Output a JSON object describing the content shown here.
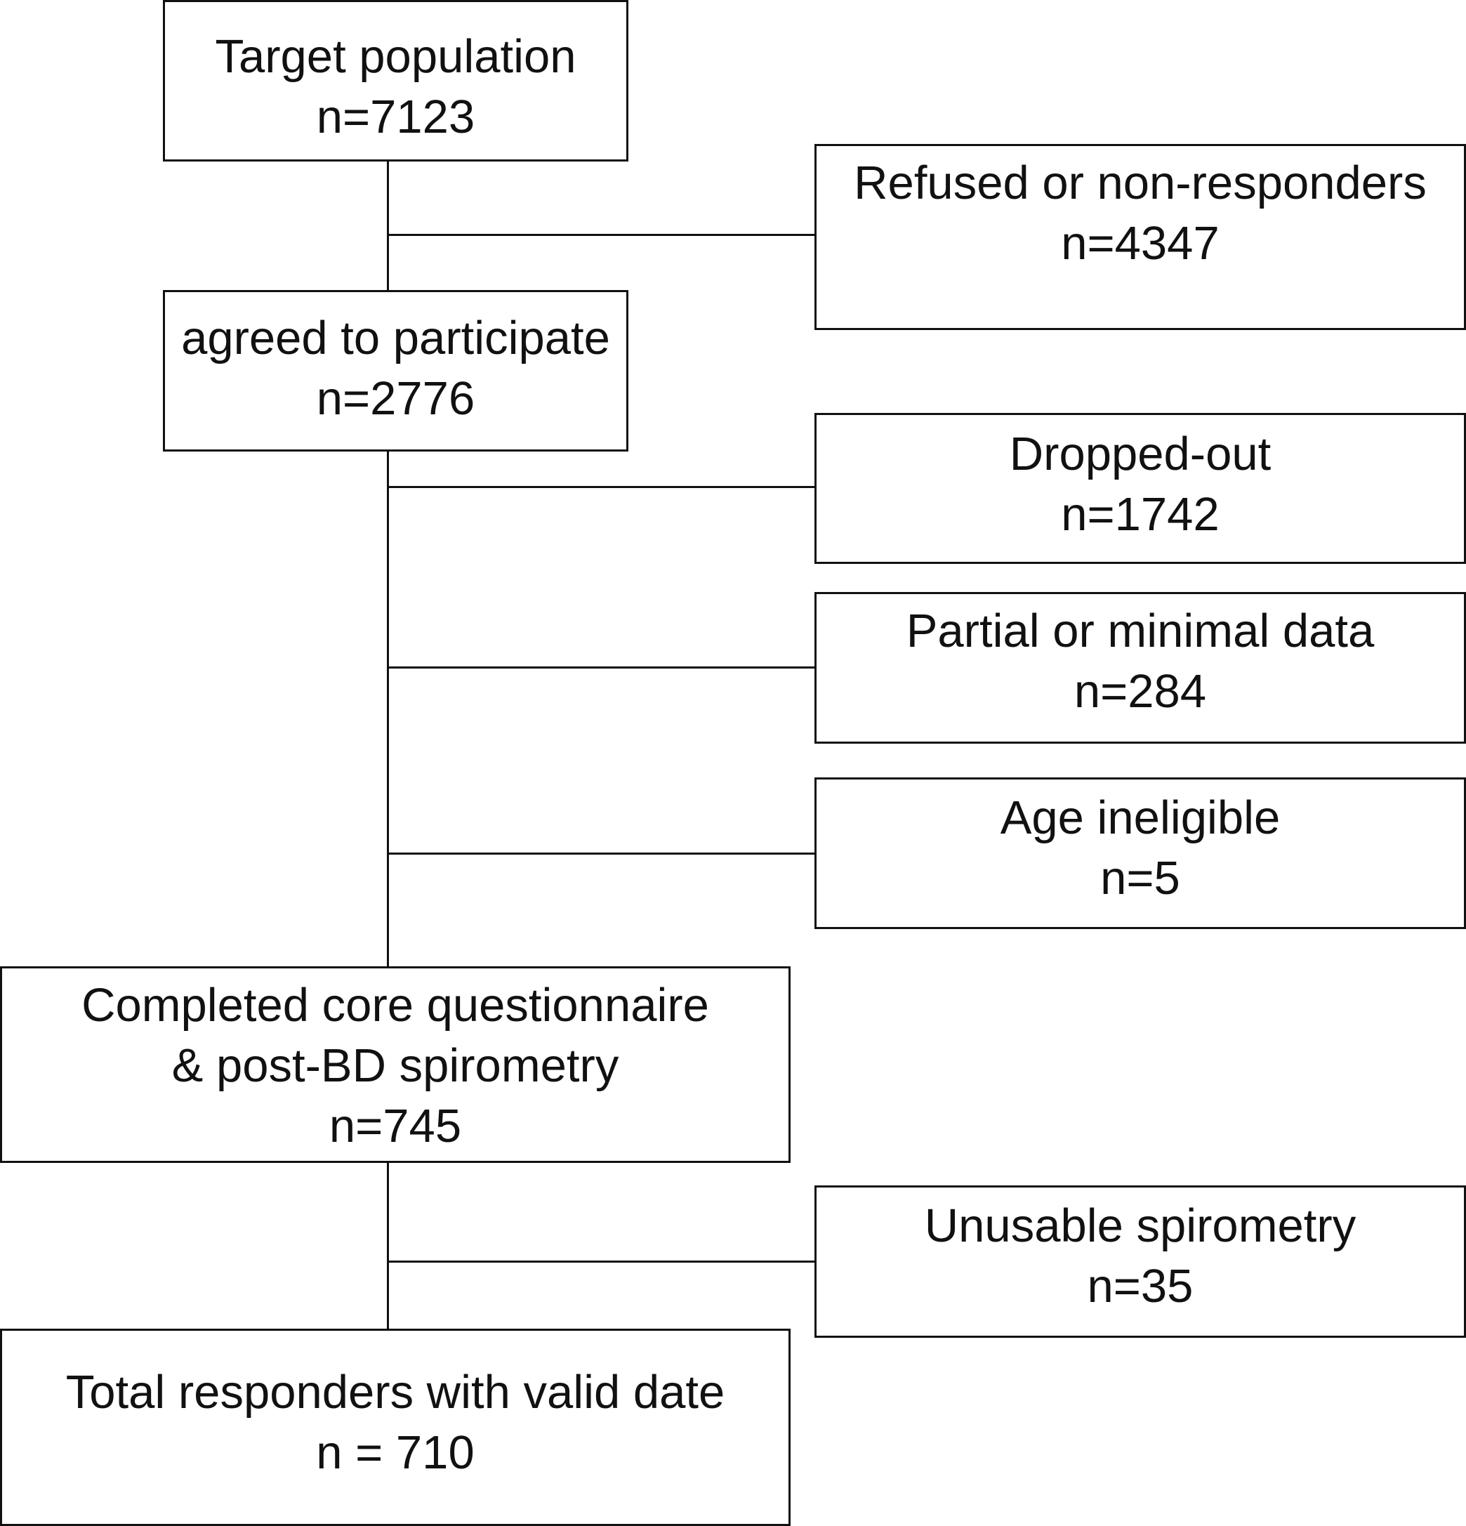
{
  "boxes": {
    "target": {
      "label": "Target population",
      "count": "n=7123"
    },
    "refused": {
      "label": "Refused or non-responders",
      "count": "n=4347"
    },
    "agreed": {
      "label": "agreed to participate",
      "count": "n=2776"
    },
    "dropped": {
      "label": "Dropped-out",
      "count": "n=1742"
    },
    "partial": {
      "label": "Partial or minimal data",
      "count": "n=284"
    },
    "age": {
      "label": "Age ineligible",
      "count": "n=5"
    },
    "completed": {
      "line1": "Completed core questionnaire",
      "line2": "& post-BD spirometry",
      "count": "n=745"
    },
    "unusable": {
      "label": "Unusable spirometry",
      "count": "n=35"
    },
    "total": {
      "label": "Total responders with valid date",
      "count": "n = 710"
    }
  }
}
